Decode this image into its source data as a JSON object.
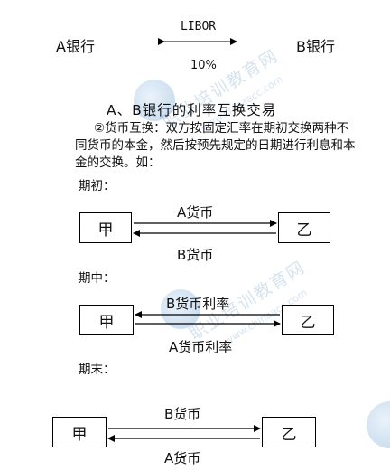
{
  "top": {
    "left_bank": "A银行",
    "right_bank": "B银行",
    "rate_top": "LIBOR",
    "rate_bottom": "10%"
  },
  "title": "A、B银行的利率互换交易",
  "paragraph": {
    "line1": "②货币互换：双方按固定汇率在期初交换两种不",
    "line2": "同货币的本金，然后按预先规定的日期进行利息和本",
    "line3": "金的交换。如："
  },
  "sections": [
    {
      "label": "期初：",
      "left_box": "甲",
      "right_box": "乙",
      "top_text": "A货币",
      "bottom_text": "B货币"
    },
    {
      "label": "期中：",
      "left_box": "甲",
      "right_box": "乙",
      "top_text": "B货币利率",
      "bottom_text": "A货币利率"
    },
    {
      "label": "期末：",
      "left_box": "甲",
      "right_box": "乙",
      "top_text": "B货币",
      "bottom_text": "A货币"
    }
  ],
  "watermark": {
    "text": "职业培训教育网",
    "url": "www.chinaacc.com"
  },
  "colors": {
    "ink": "#111111",
    "watermark": "#6f9ec8"
  }
}
